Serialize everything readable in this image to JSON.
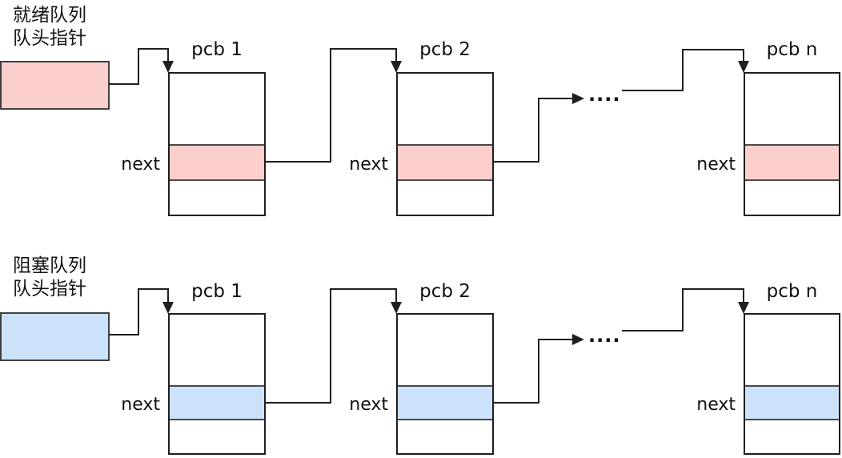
{
  "colors": {
    "ready_fill": "#fbcfcc",
    "blocked_fill": "#cbe2fa",
    "line": "#1f1f1f"
  },
  "sections": [
    {
      "label_line1": "就绪队列",
      "label_line2": "队头指针",
      "next_label": "next",
      "dots": "....",
      "nodes": [
        {
          "title": "pcb 1"
        },
        {
          "title": "pcb 2"
        },
        {
          "title": "pcb n"
        }
      ]
    },
    {
      "label_line1": "阻塞队列",
      "label_line2": "队头指针",
      "next_label": "next",
      "dots": "....",
      "nodes": [
        {
          "title": "pcb 1"
        },
        {
          "title": "pcb 2"
        },
        {
          "title": "pcb n"
        }
      ]
    }
  ]
}
